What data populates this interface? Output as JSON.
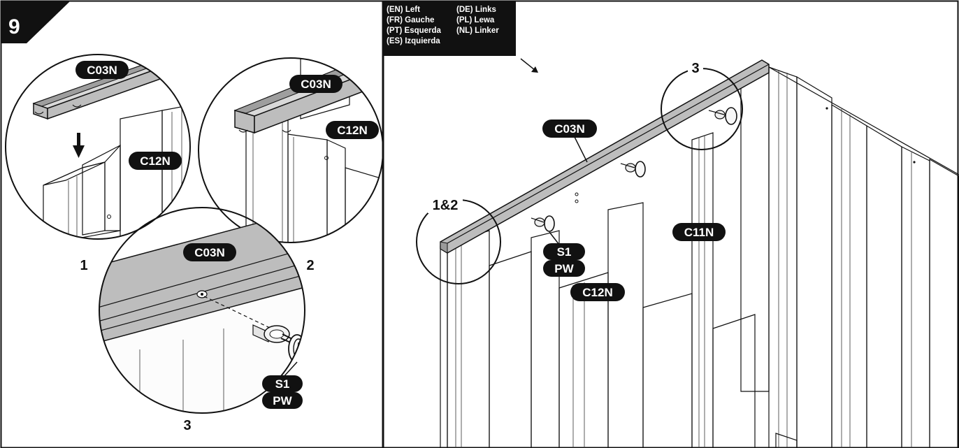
{
  "step_number": "9",
  "legend": {
    "en": "(EN) Left",
    "de": "(DE) Links",
    "fr": "(FR) Gauche",
    "pl": "(PL) Lewa",
    "pt": "(PT) Esquerda",
    "nl": "(NL) Linker",
    "es": "(ES) Izquierda"
  },
  "detail_1": {
    "number": "1",
    "rail_label": "C03N",
    "panel_label": "C12N"
  },
  "detail_2": {
    "number": "2",
    "rail_label": "C03N",
    "panel_label": "C12N"
  },
  "detail_3": {
    "number": "3",
    "rail_label": "C03N",
    "screw_label": "S1",
    "washer_label": "PW"
  },
  "main": {
    "callout_12": "1&2",
    "callout_3": "3",
    "rail_label": "C03N",
    "panel_c11n": "C11N",
    "panel_c12n": "C12N",
    "screw_label": "S1",
    "washer_label": "PW"
  }
}
